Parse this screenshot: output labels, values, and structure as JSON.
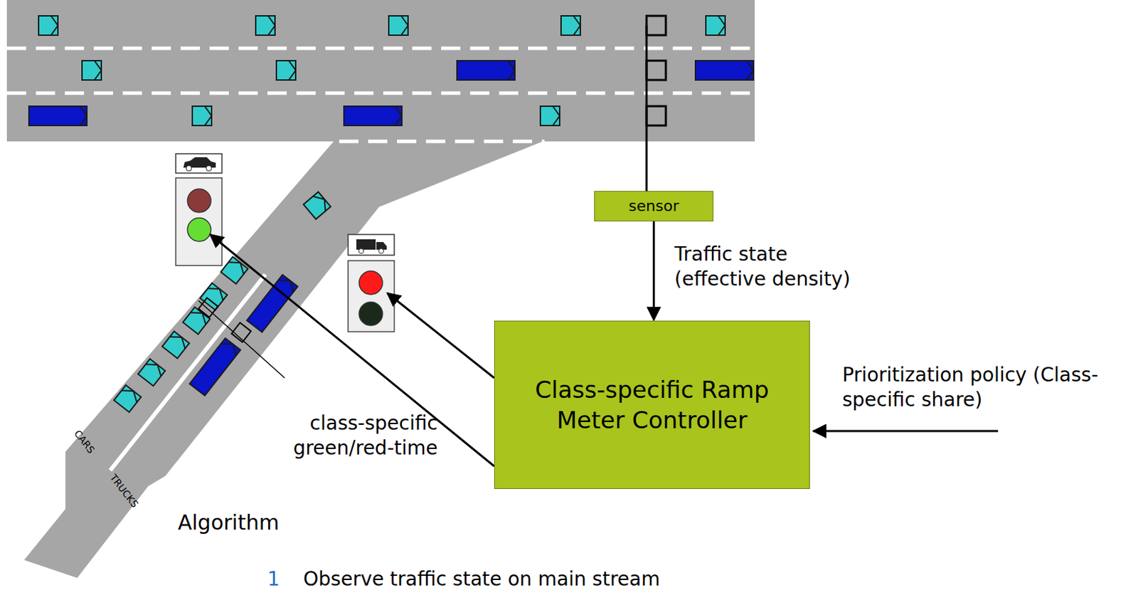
{
  "diagram": {
    "nodes": [
      {
        "text": [
          "sensor"
        ]
      },
      {
        "text": [
          "Class-specific Ramp Meter Controller"
        ]
      }
    ],
    "edges": [
      {
        "from": 0,
        "to": 1,
        "arrow": "to",
        "label": "Traffic state (effective density)"
      }
    ],
    "labels": [
      "class-specific green/red-time",
      "Prioritization policy (Class-specific share)",
      "CARS",
      "TRUCKS",
      "Algorithm",
      "1",
      "Observe traffic state on main stream"
    ]
  }
}
